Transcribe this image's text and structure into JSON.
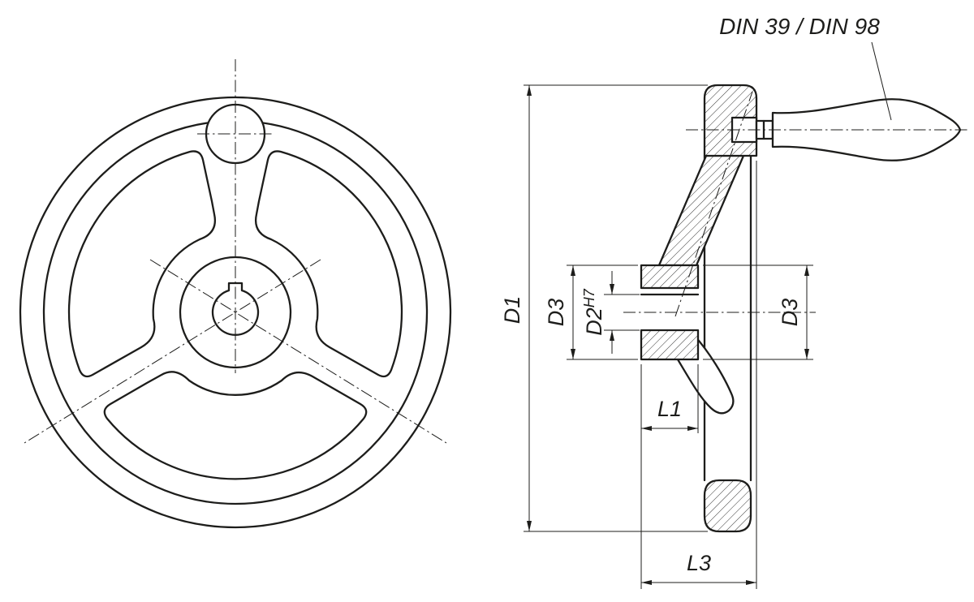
{
  "note": "DIN 39 / DIN 98",
  "dimensions": {
    "d1": "D1",
    "d3_left": "D3",
    "d2": {
      "base": "D2",
      "tolerance": "H7"
    },
    "d3_right": "D3",
    "l1": "L1",
    "l3": "L3"
  },
  "colors": {
    "line": "#1d1d1b",
    "background": "#ffffff"
  }
}
